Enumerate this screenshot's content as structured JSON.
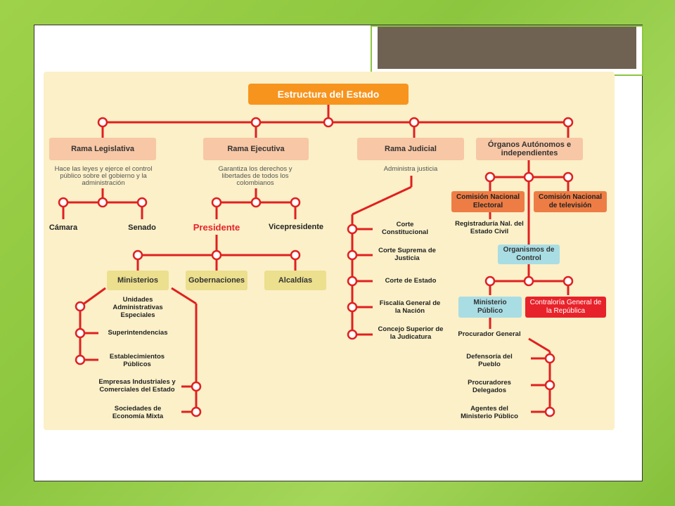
{
  "title": "Estructura del Estado",
  "ramas": {
    "legislativa": {
      "label": "Rama Legislativa",
      "desc": "Hace las leyes y ejerce el control público sobre el gobierno y la administración",
      "children": [
        "Cámara",
        "Senado"
      ]
    },
    "ejecutiva": {
      "label": "Rama Ejecutiva",
      "desc": "Garantiza los derechos y libertades de todos los colombianos",
      "presidente": "Presidente",
      "vicepresidente": "Vicepresidente"
    },
    "judicial": {
      "label": "Rama Judicial",
      "desc": "Administra justicia"
    },
    "organos": {
      "label": "Órganos Autónomos e independientes"
    }
  },
  "ejecutiva_units": [
    "Ministerios",
    "Gobernaciones",
    "Alcaldías"
  ],
  "ministerios_children": [
    "Unidades Administrativas Especiales",
    "Superintendencias",
    "Establecimientos Públicos",
    "Empresas Industriales y Comerciales del Estado",
    "Sociedades de Economía Mixta"
  ],
  "judicial_children": [
    "Corte Constitucional",
    "Corte Suprema de Justicia",
    "Corte de Estado",
    "Fiscalía General de la Nación",
    "Concejo Superior de la Judicatura"
  ],
  "organos_children": {
    "cne": "Comisión Nacional Electoral",
    "cntv": "Comisión Nacional de televisión",
    "registraduria": "Registraduría Nal. del Estado Civil",
    "control": "Organismos de Control",
    "ministerio_publico": "Ministerio Público",
    "contraloria": "Contraloría General de la República",
    "procurador": "Procurador General",
    "mp_children": [
      "Defensoría del Pueblo",
      "Procuradores Delegados",
      "Agentes del Ministerio Público"
    ]
  },
  "colors": {
    "line": "#e02020",
    "panel": "#fbf0c8",
    "accent": "#f7941d"
  }
}
